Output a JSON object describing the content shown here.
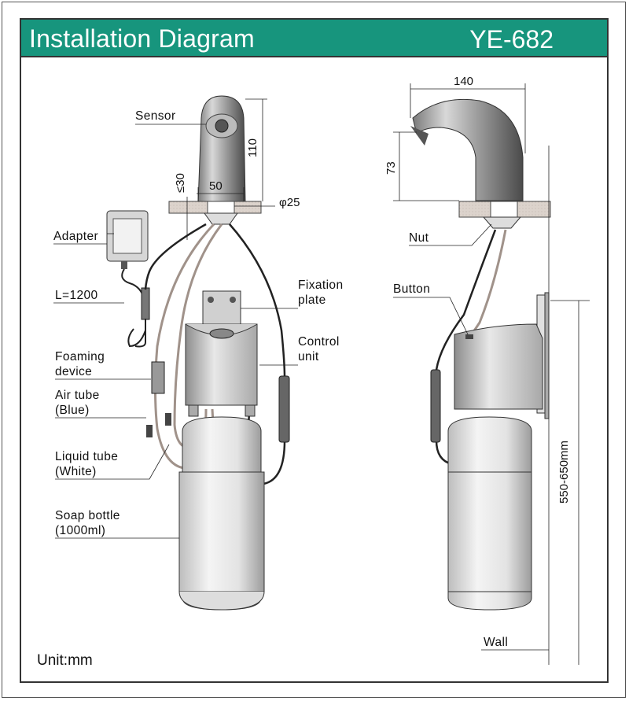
{
  "header": {
    "title": "Installation Diagram",
    "model": "YE-682",
    "background": "#17957d"
  },
  "labels": {
    "sensor": "Sensor",
    "adapter": "Adapter",
    "cable_length": "L=1200",
    "foaming_device": [
      "Foaming",
      "device"
    ],
    "air_tube": [
      "Air tube",
      "(Blue)"
    ],
    "liquid_tube": [
      "Liquid tube",
      "(White)"
    ],
    "soap_bottle": [
      "Soap bottle",
      "(1000ml)"
    ],
    "fixation_plate": [
      "Fixation",
      "plate"
    ],
    "control_unit": [
      "Control",
      "unit"
    ],
    "nut": "Nut",
    "button": "Button",
    "wall": "Wall"
  },
  "dimensions": {
    "spout_height": "110",
    "base_width": "50",
    "counter_thickness": "≤30",
    "hole_diameter": "φ25",
    "spout_reach": "140",
    "outlet_height": "73",
    "mount_height": "550-650mm"
  },
  "footer": {
    "unit": "Unit:mm"
  }
}
